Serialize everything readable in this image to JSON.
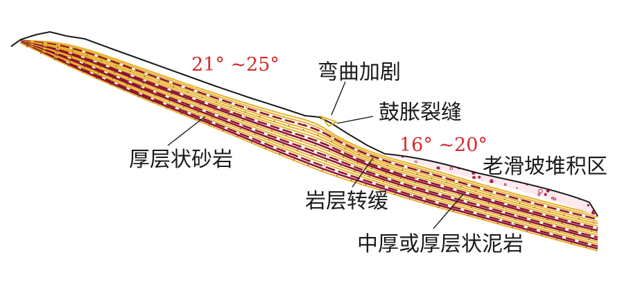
{
  "labels": {
    "angle_upper": "21° ~25°",
    "angle_lower": "16° ~20°",
    "bending": "弯曲加剧",
    "bulging_cracks": "鼓胀裂缝",
    "thick_sandstone": "厚层状砂岩",
    "gentle_strata": "岩层转缓",
    "landslide_deposit": "老滑坡堆积区",
    "mudstone": "中厚或厚层状泥岩"
  },
  "colors": {
    "sandstone": "#e6b02a",
    "mudstone": "#8e1230",
    "angle_text": "#d42a2a",
    "outline": "#1a1a1a",
    "deposit": "#b01a3a"
  }
}
